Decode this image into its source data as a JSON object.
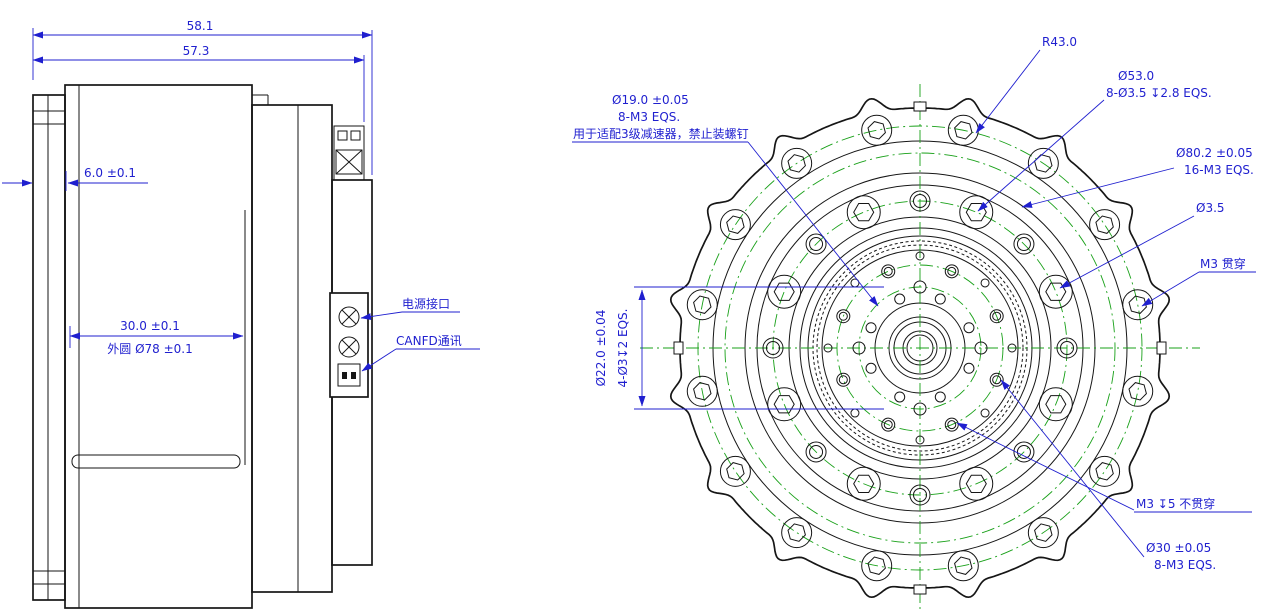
{
  "side_view": {
    "dim_total_length": "58.1",
    "dim_body_length": "57.3",
    "dim_flange_thickness": "6.0 ±0.1",
    "dim_body_depth": "30.0 ±0.1",
    "dim_outer_diameter": "外圆 Ø78 ±0.1",
    "label_power_connector": "电源接口",
    "label_canfd": "CANFD通讯"
  },
  "front_view": {
    "dim_r43": "R43.0",
    "dim_d53": "Ø53.0",
    "dim_d53_holes": "8-Ø3.5 ↧2.8 EQS.",
    "dim_d19": "Ø19.0 ±0.05",
    "dim_d19_holes": "8-M3 EQS.",
    "dim_d19_note": "用于适配3级减速器，禁止装螺钉",
    "dim_d80": "Ø80.2 ±0.05",
    "dim_d80_holes": "16-M3 EQS.",
    "dim_d35": "Ø3.5",
    "dim_m3_through": "M3 贯穿",
    "dim_d22": "Ø22.0 ±0.04",
    "dim_d22_holes": "4-Ø3↧2 EQS.",
    "dim_m3_blind": "M3 ↧5 不贯穿",
    "dim_d30": "Ø30 ±0.05",
    "dim_d30_holes": "8-M3 EQS."
  },
  "colors": {
    "dimension_blue": "#1f1fcf",
    "centerline_green": "#18a018",
    "geometry_black": "#161616"
  }
}
